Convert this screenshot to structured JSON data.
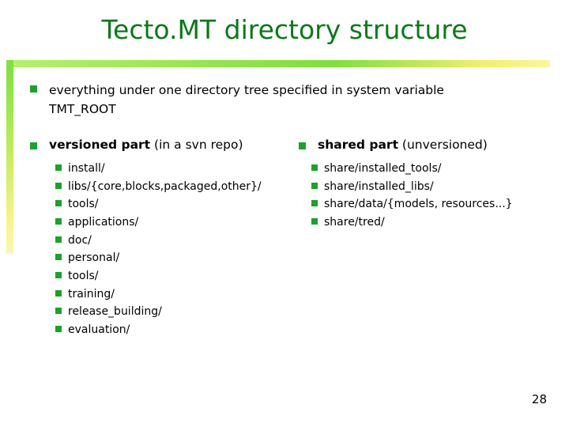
{
  "slide": {
    "title": "Tecto.MT directory structure",
    "page_number": "28",
    "accent_color": "#1aa329",
    "title_color": "#0a7a18",
    "bullets": [
      {
        "line1": "everything under one directory tree specified in system variable",
        "line2": "TMT_ROOT"
      }
    ],
    "columns": {
      "left": {
        "heading_bold": "versioned part",
        "heading_rest": " (in a svn repo)",
        "items": [
          "install/",
          "libs/{core,blocks,packaged,other}/",
          "tools/",
          "applications/",
          "doc/",
          "personal/",
          "tools/",
          "training/",
          "release_building/",
          "evaluation/"
        ]
      },
      "right": {
        "heading_bold": "shared part",
        "heading_rest": " (unversioned)",
        "items": [
          "share/installed_tools/",
          "share/installed_libs/",
          "share/data/{models, resources...}",
          "share/tred/"
        ]
      }
    }
  }
}
